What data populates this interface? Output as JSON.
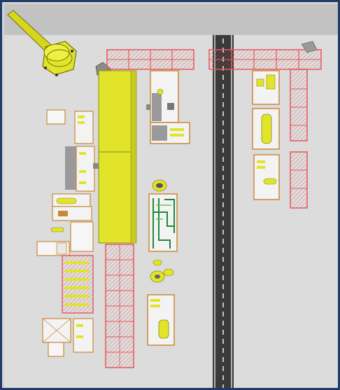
{
  "scene": {
    "title": "",
    "colors": {
      "frame_border": "#1f3a68",
      "ground": "#dedede",
      "top_band": "#c4c4c4",
      "road": "#3a3a3a",
      "road_marking": "#ffffff",
      "rack_red": "#e8575a",
      "rack_fill": "#f6d9d9",
      "module_fill": "#f3f3f3",
      "module_frame": "#c9893a",
      "equipment_yellow": "#e2e42a",
      "equipment_outline": "#8a8a1a",
      "piping_green": "#1e8a3a",
      "grey_block": "#9a9a9a"
    },
    "layers": [
      {
        "name": "road",
        "icon": "road-icon"
      },
      {
        "name": "pipe-racks",
        "icon": "pipe-rack-icon"
      },
      {
        "name": "process-modules",
        "icon": "module-icon"
      },
      {
        "name": "tanks-and-vessels",
        "icon": "vessel-icon"
      },
      {
        "name": "flare-stack",
        "icon": "flare-stack-icon"
      }
    ]
  }
}
